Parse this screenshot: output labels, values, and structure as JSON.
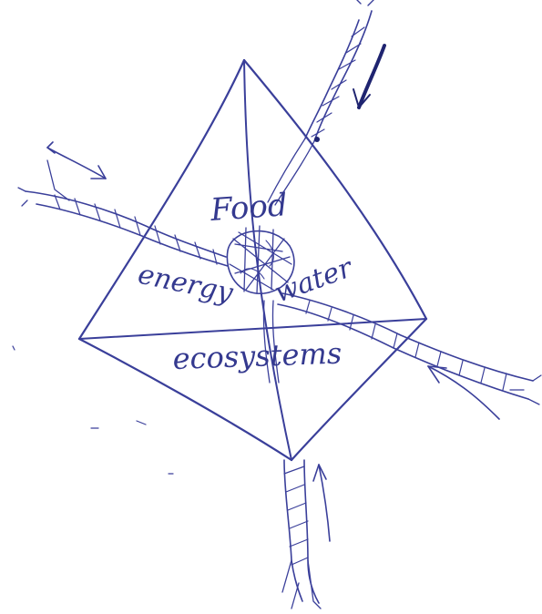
{
  "diagram": {
    "labels": {
      "food": "Food",
      "energy": "energy",
      "water": "water",
      "ecosystems": "ecosystems"
    },
    "colors": {
      "ink": "#3a3f9a",
      "ink_dark": "#1f2470",
      "paper": "#ffffff"
    }
  }
}
